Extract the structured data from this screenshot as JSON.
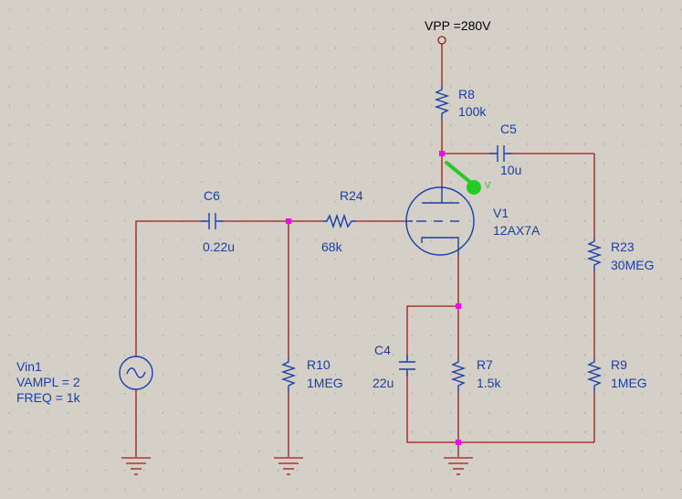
{
  "schematic": {
    "supply": {
      "label": "VPP =280V"
    },
    "source": {
      "name": "Vin1",
      "ampl": "VAMPL = 2",
      "freq": "FREQ = 1k"
    },
    "components": {
      "C6": {
        "name": "C6",
        "value": "0.22u"
      },
      "R24": {
        "name": "R24",
        "value": "68k"
      },
      "R10": {
        "name": "R10",
        "value": "1MEG"
      },
      "R8": {
        "name": "R8",
        "value": "100k"
      },
      "C5": {
        "name": "C5",
        "value": "10u"
      },
      "V1": {
        "name": "V1",
        "value": "12AX7A"
      },
      "R23": {
        "name": "R23",
        "value": "30MEG"
      },
      "C4": {
        "name": "C4",
        "value": "22u"
      },
      "R7": {
        "name": "R7",
        "value": "1.5k"
      },
      "R9": {
        "name": "R9",
        "value": "1MEG"
      }
    },
    "probe": {
      "label": "V"
    },
    "colors": {
      "background": "#d4d0c8",
      "grid_dot": "#a09c94",
      "wire": "#a01818",
      "part": "#1a3ea8",
      "node": "#ff00ff",
      "probe": "#22cc22"
    }
  }
}
